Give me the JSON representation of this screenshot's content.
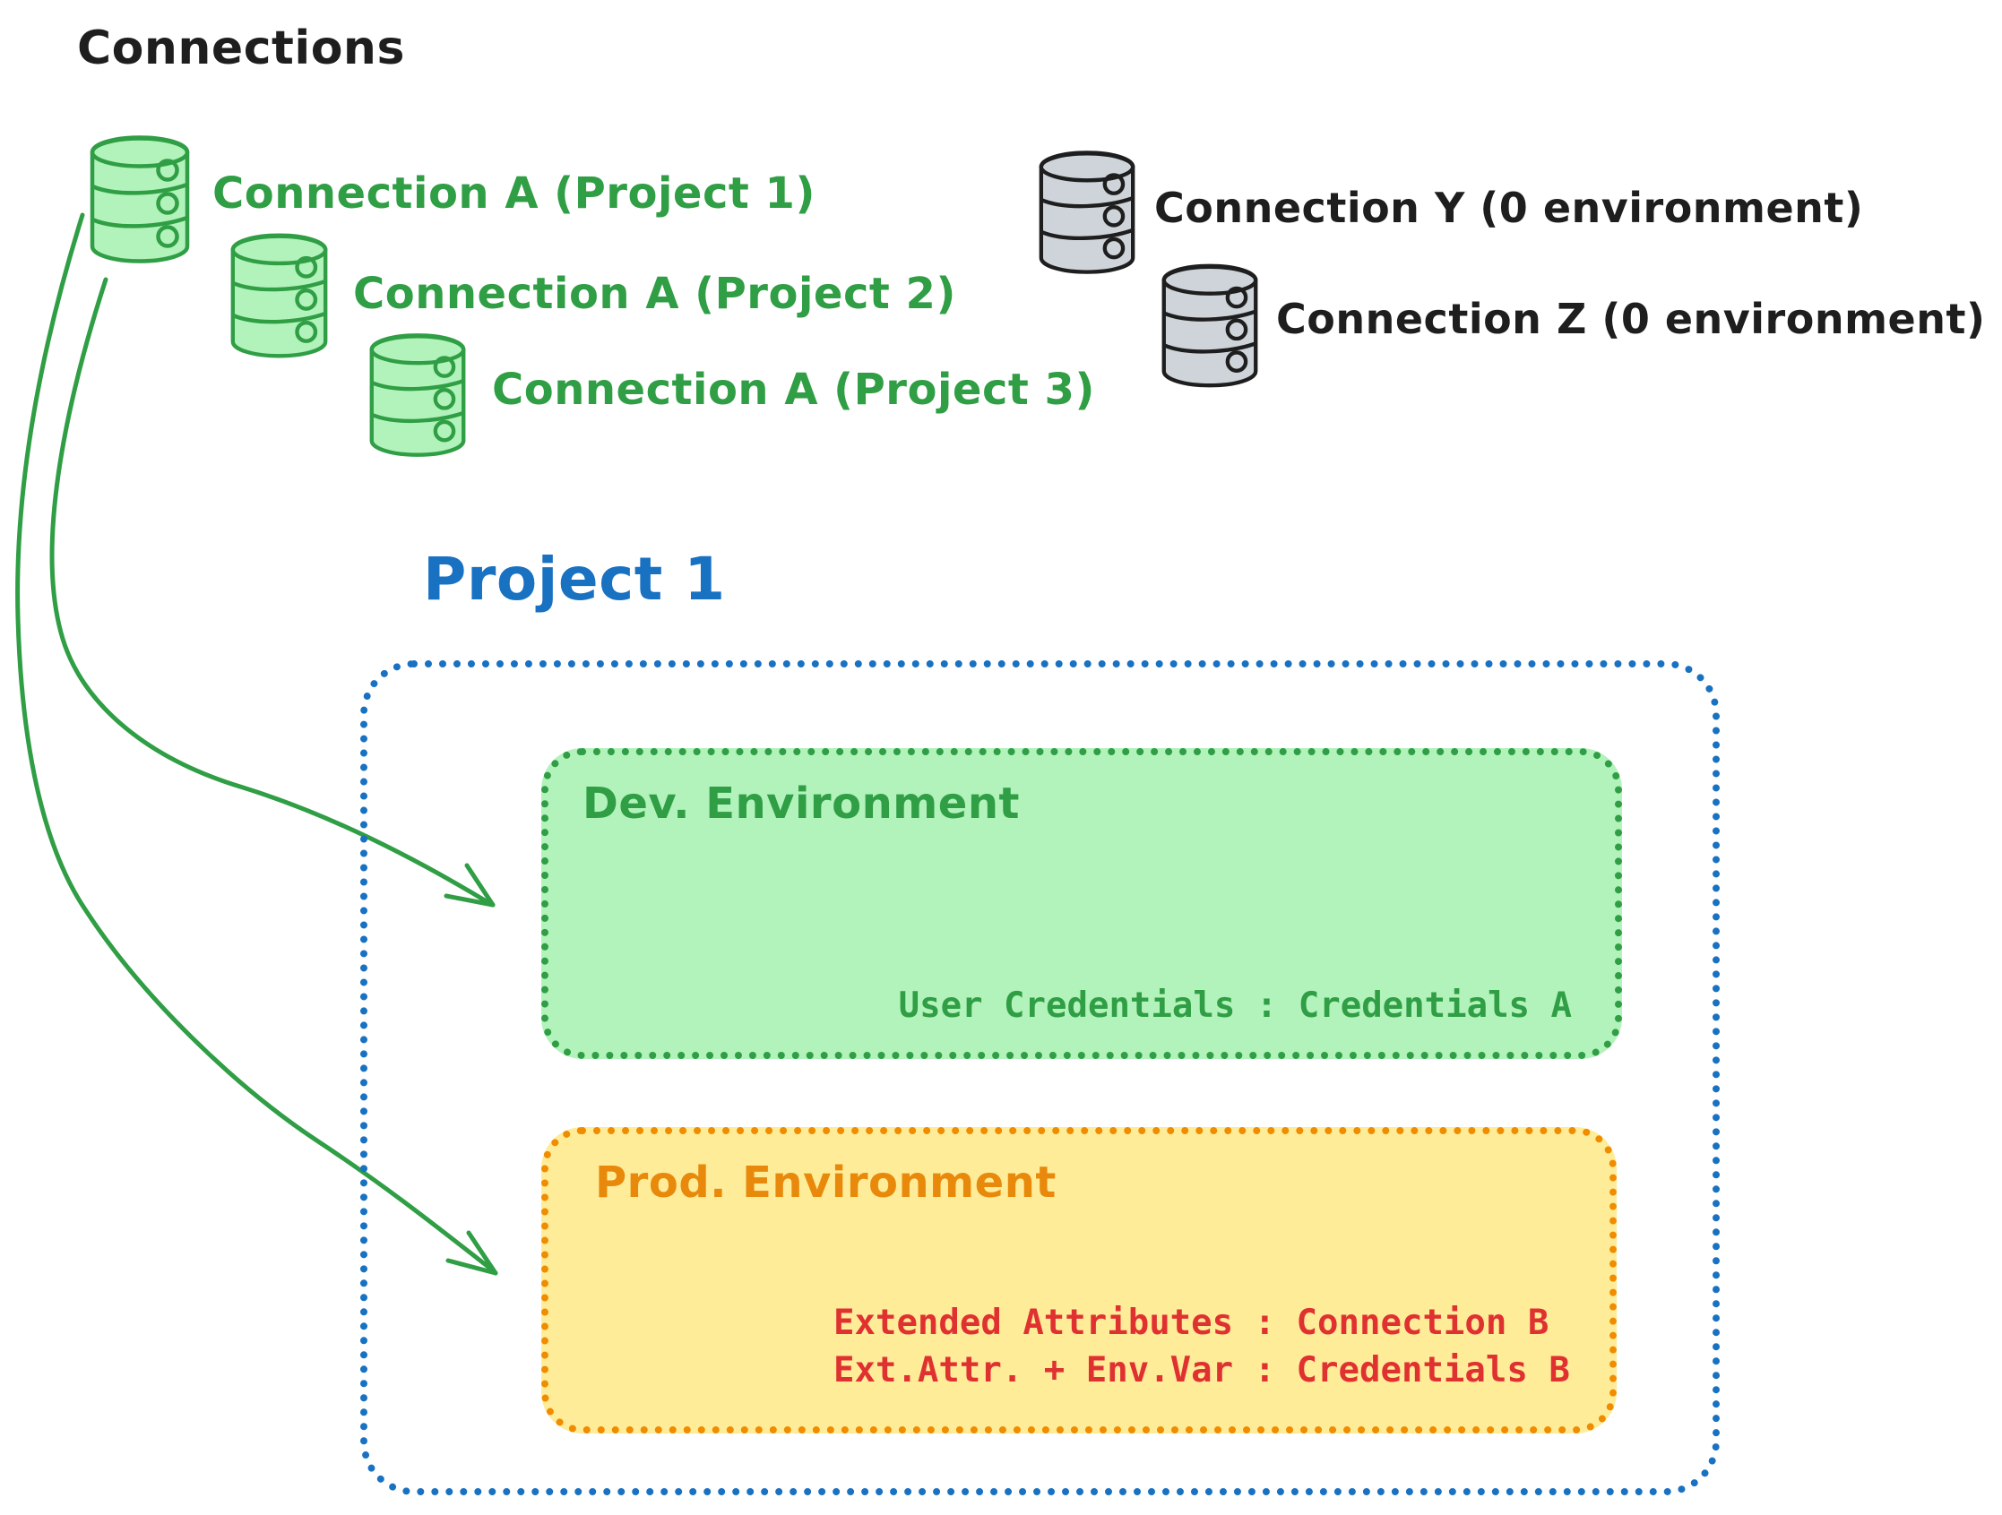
{
  "page": {
    "title": "Connections",
    "background": "#ffffff"
  },
  "colors": {
    "black_text": "#1e1e1e",
    "green_stroke": "#2f9e44",
    "green_fill": "#b2f2bb",
    "blue": "#1971c2",
    "orange_title": "#e8890c",
    "orange_border": "#f08c00",
    "orange_fill": "#ffec99",
    "red_text": "#e03131",
    "gray_fill": "#ced4da"
  },
  "connections_green": [
    {
      "icon": "database-icon",
      "label": "Connection A (Project 1)"
    },
    {
      "icon": "database-icon",
      "label": "Connection A (Project 2)"
    },
    {
      "icon": "database-icon",
      "label": "Connection A (Project 3)"
    }
  ],
  "connections_gray": [
    {
      "icon": "database-icon",
      "label": "Connection Y (0 environment)"
    },
    {
      "icon": "database-icon",
      "label": "Connection Z (0 environment)"
    }
  ],
  "project": {
    "title": "Project 1",
    "dev_environment": {
      "title": "Dev. Environment",
      "credentials_line": "User Credentials : Credentials A"
    },
    "prod_environment": {
      "title": "Prod. Environment",
      "lines": [
        "Extended Attributes : Connection B",
        "Ext.Attr. + Env.Var : Credentials B"
      ]
    }
  }
}
